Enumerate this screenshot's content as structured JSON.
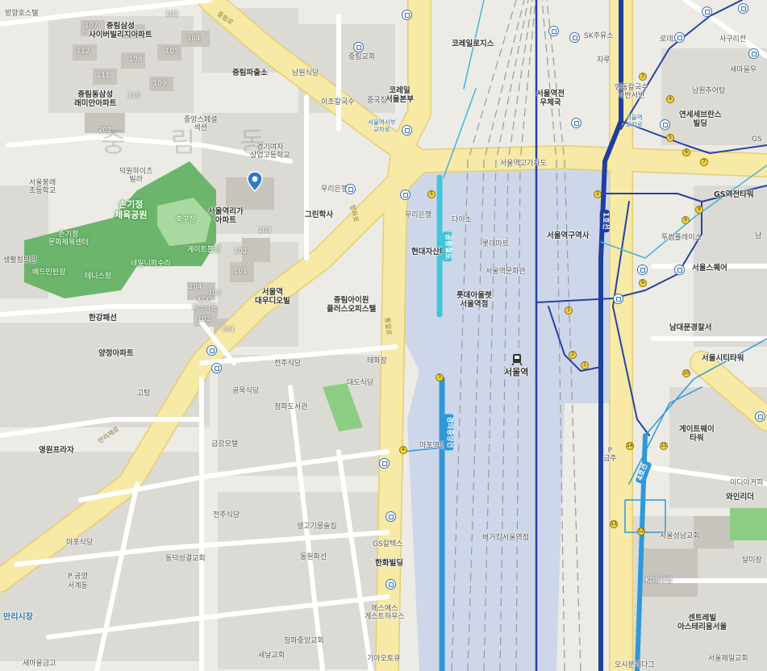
{
  "labels": {
    "bank_hyodon": "방향호스텔",
    "junglim_samsung": "중림삼성\n사이버빌리지아파트",
    "junglim_dong_samsung": "중림동삼성\n래미안아파트",
    "junglim_paechulso": "중림파출소",
    "namwon_sikdang": "남원식당",
    "junglim_church": "중림교회",
    "korail_logis": "코레일로지스",
    "korail_hq": "코레일\n서울본부",
    "ijo_kalguksu": "이조칼국수",
    "junggukjip": "중국집",
    "seoul_post": "서울역전\n우체국",
    "jungang_sepyeong": "중앙스페셜\n섹션",
    "girls_school": "경기여자\n상업고등학교",
    "seoul_bongrae": "서울봉래\n초등학교",
    "deokwon_heights": "덕원하이츠\n빌라",
    "sogijeong_park": "손기정\n체육공원",
    "sogijeong_center": "손기정\n문화체육센터",
    "chukgujang": "축구장",
    "gate_ball": "게이트볼장",
    "seoulyeok_lgapt": "서울역리가\n아파트",
    "woori_bank1": "우리은행",
    "woori_bank2": "우리은행",
    "grim_haksa": "그린학사",
    "seoulyeok_gogacha": "서울역고가차도",
    "daiso": "다이소",
    "lotte_mart": "롯데마트",
    "hyundai_asset": "현대자산타",
    "seoulyeok_gushi": "서울역구역사",
    "lotte_outlet": "롯데아울렛\n서울역점",
    "seoul_culture": "서울역문화관",
    "neighbor_square": "네일니퍼수리",
    "tennis": "테니스장",
    "living_sports": "생활정보관",
    "badminton": "배드민턴장",
    "seoulyeok_daewoo": "서울역\n대우디오빌",
    "junglim_plus": "중림아이원\n플러스오피스텔",
    "kcc_tower": "KCC\n파크타운",
    "hangang_ra": "한강패선",
    "yangjeong_apt": "양정아파트",
    "jeonju_sikdang": "전주식당",
    "taewha_jang": "태화장",
    "daedo_sikdang": "대도식당",
    "gopgu_sikdang": "공목식당",
    "cheongpa_library": "청파도서관",
    "gogang": "고탕",
    "seoulyeok": "서울역",
    "geumgang_motel": "금강모텔",
    "youngwon_plaza": "영원프라자",
    "seoul_square": "서울스퀘어",
    "namdaemun_police": "남대문경찰서",
    "seoul_citytower": "서울시티타워",
    "gate_tower": "게이트웨이\n타워",
    "gs_tower": "GS역전타워",
    "ydh": "연세세브란스\n빌딩",
    "sk_oil": "SK주유소",
    "rodeo": "로데오",
    "sagurijeon": "사구리전",
    "samarul": "새마을우",
    "jaru": "자루",
    "yeonghwal": "영동칼국수\n사반서반",
    "namsanmyeon": "남원추어탕",
    "tudeum": "투썸플레이스",
    "idayeo": "이디야커피",
    "wine": "와인리더",
    "seoul_sungnam": "서울성남교회",
    "kdb": "KDB생명",
    "central_tower": "센트레빌\n아스테리움서울",
    "mapo_sikdang": "마포식당",
    "dongseong_church": "동덕성결교회",
    "saenggogi": "생고기몽술집",
    "gs_mart": "GS칼텍스",
    "hanwha_bldg": "한화빌딩",
    "dongmyeong": "동원화선",
    "jeonju_sikdang2": "전주식당",
    "burger": "버거킹서울역점",
    "seogye_dong": "서계동",
    "hanri_market": "만리시장",
    "mapo_city": "마포역영",
    "cheongpa_church": "청파중앙교회",
    "saenal_church": "새날교회",
    "guest_house": "에스에스\n게스트하우스",
    "giao_trade": "기아오토큐",
    "seoul_jeil": "서울제일교회",
    "saemaul_bottom": "새마을금고",
    "dallimsan": "달미장",
    "gs_s": "GS",
    "namji": "남",
    "bottom_s": "오시분개다그",
    "seoulyeok_jeoncha": "서울역서부\n교차로",
    "seoulyeok_jeoncha2": "서울역\n교차로",
    "parking": "P\n금주",
    "parking2": "P 공영",
    "district": "중 림 동",
    "road_hangang": "만리재로",
    "road_cheongpa": "청파로",
    "road_toegye": "통일로",
    "road_jungrim": "중림로",
    "sub_line1": "1호선",
    "sub_line4": "4호선",
    "sub_ktx": "경의중앙선",
    "sub_airport": "공항철도",
    "apt_103": "103",
    "apt_104": "104",
    "apt_105": "105",
    "apt_107": "107",
    "apt_108": "108",
    "apt_109": "109",
    "apt_110": "110",
    "apt_111": "111",
    "apt_112": "112",
    "apt_202": "202",
    "apt_101": "101",
    "apt_102": "102",
    "apt_103b": "103",
    "apt_104b": "104",
    "apt_101b": "101",
    "apt_102b": "102",
    "apt_103c": "103"
  },
  "colors": {
    "background": "#ecebe6",
    "major_road": "#f7e9a6",
    "major_road_edge": "#e4cf70",
    "minor_road": "#ffffff",
    "park": "#6cb56c",
    "park_light": "#a9d9a0",
    "station_area": "#c9d4ea",
    "rail": "#8a8a8a",
    "line1": "#1e3f9e",
    "line4": "#2e98d8",
    "airport_line": "#44b3d8",
    "building": "#d9d7d1",
    "building_dark": "#b9b6ae"
  },
  "icons": [
    "bus-stop-icon",
    "subway-exit-icon",
    "location-pin-icon",
    "train-station-icon"
  ]
}
